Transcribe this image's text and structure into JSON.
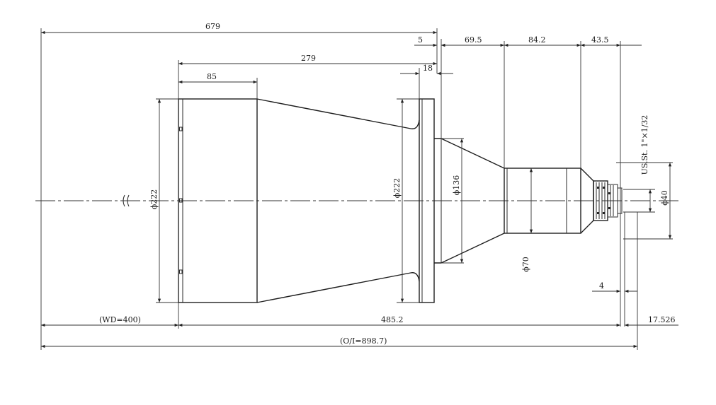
{
  "dimensions": {
    "overall_679": "679",
    "d_5": "5",
    "d_69_5": "69.5",
    "d_84_2": "84.2",
    "d_43_5": "43.5",
    "d_279": "279",
    "d_18": "18",
    "d_85": "85",
    "dia_222_left": "ϕ222",
    "dia_222_flange": "ϕ222",
    "dia_136": "ϕ136",
    "dia_70": "ϕ70",
    "dia_40": "ϕ40",
    "thread": "US.St. 1\"×1/32",
    "d_4": "4",
    "d_17_526": "17.526",
    "wd": "(WD=400)",
    "d_485_2": "485.2",
    "oi": "(O/I=898.7)"
  },
  "colors": {
    "line": "#2a2a2a",
    "background": "#ffffff"
  }
}
